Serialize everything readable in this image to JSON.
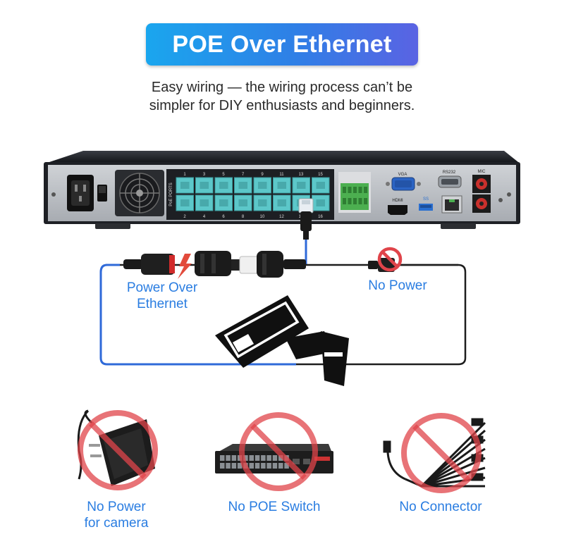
{
  "title": "POE Over Ethernet",
  "subtitle_line1": "Easy wiring — the wiring process can’t be",
  "subtitle_line2": "simpler for DIY enthusiasts and beginners.",
  "nvr": {
    "poe_ports_label": "PoE PORTS",
    "port_numbers_top": [
      "1",
      "3",
      "5",
      "7",
      "9",
      "11",
      "13",
      "15"
    ],
    "port_numbers_bottom": [
      "2",
      "4",
      "6",
      "8",
      "10",
      "12",
      "14",
      "16"
    ],
    "vga_label": "VGA",
    "rs232_label": "RS232",
    "mic_label": "MIC",
    "hdmi_label": "HDMI",
    "usb_label": "SS"
  },
  "labels": {
    "power_over_ethernet_line1": "Power Over",
    "power_over_ethernet_line2": "Ethernet",
    "no_power": "No Power",
    "no_power_camera_line1": "No Power",
    "no_power_camera_line2": "for camera",
    "no_poe_switch": "No POE Switch",
    "no_connector": "No Connector"
  },
  "colors": {
    "accent_blue": "#2a7de1",
    "prohibit_red": "#e0444a",
    "port_teal": "#5cc7c9",
    "terminal_green": "#4caf50"
  }
}
